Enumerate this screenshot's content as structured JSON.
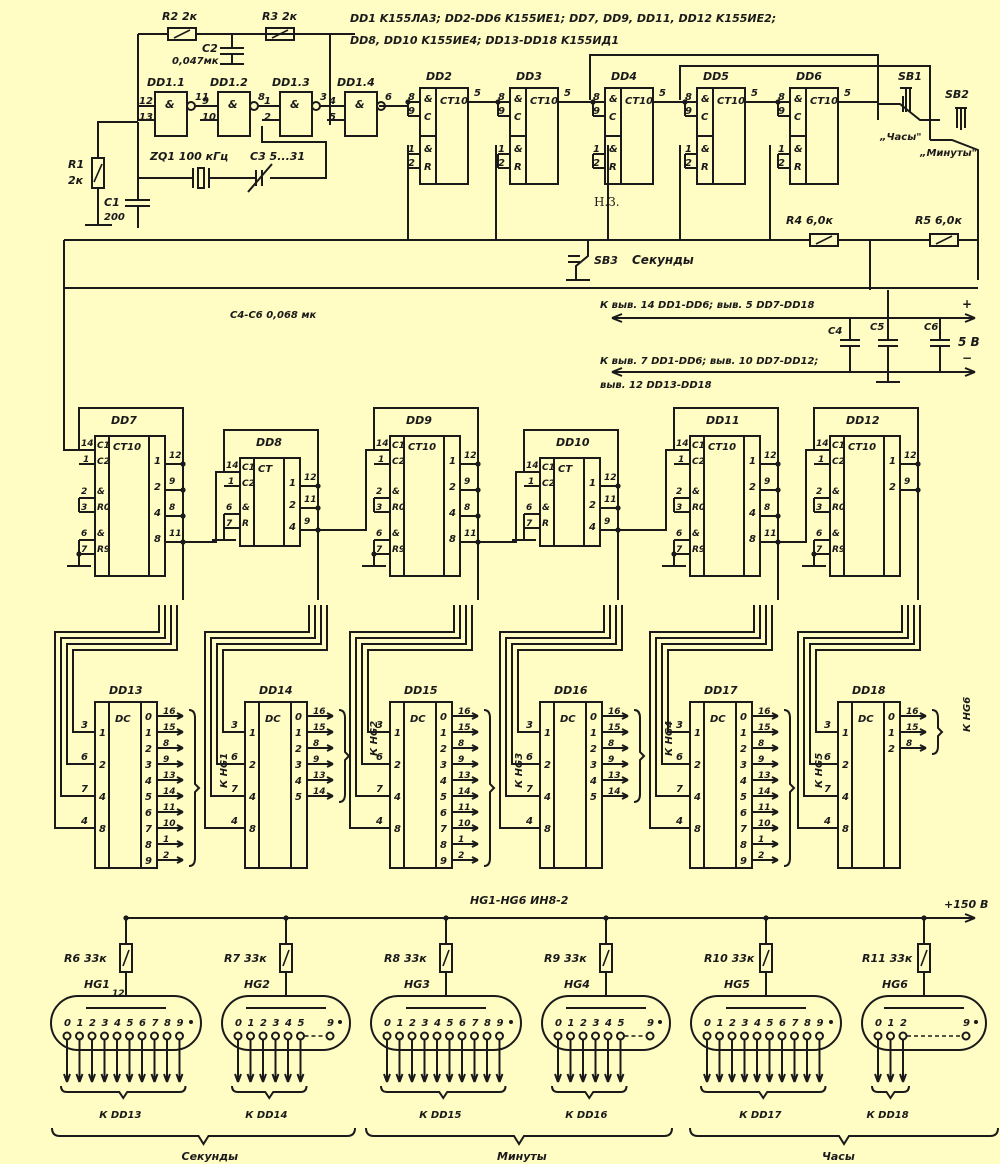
{
  "legend": {
    "line1": "DD1  K155ЛА3;  DD2-DD6  K155ИЕ1;   DD7, DD9, DD11, DD12   K155ИЕ2;",
    "line2": "DD8, DD10  K155ИЕ4;  DD13-DD18  K155ИД1"
  },
  "oscillator": {
    "r1": "R1",
    "r1_val": "2к",
    "r2": "R2  2к",
    "r3": "R3  2к",
    "c1": "C1",
    "c1_val": "200",
    "c2": "C2",
    "c2_val": "0,047мк",
    "zq1": "ZQ1  100 кГц",
    "c3": "C3    5...31",
    "gates": [
      {
        "name": "DD1.1",
        "symbol": "&",
        "pins_in": [
          "12",
          "13"
        ],
        "pin_out": "11"
      },
      {
        "name": "DD1.2",
        "symbol": "&",
        "pins_in": [
          "9",
          "10"
        ],
        "pin_out": "8"
      },
      {
        "name": "DD1.3",
        "symbol": "&",
        "pins_in": [
          "1",
          "2"
        ],
        "pin_out": "3"
      },
      {
        "name": "DD1.4",
        "symbol": "&",
        "pins_in": [
          "4",
          "5"
        ],
        "pin_out": "6"
      }
    ]
  },
  "dividers": [
    {
      "name": "DD2",
      "type": "CT10",
      "in": [
        "8",
        "9"
      ],
      "reset": [
        "1",
        "2"
      ],
      "out": "5"
    },
    {
      "name": "DD3",
      "type": "CT10",
      "in": [
        "8",
        "9"
      ],
      "reset": [
        "1",
        "2"
      ],
      "out": "5"
    },
    {
      "name": "DD4",
      "type": "CT10",
      "in": [
        "8",
        "9"
      ],
      "reset": [
        "1",
        "2"
      ],
      "out": "5"
    },
    {
      "name": "DD5",
      "type": "CT10",
      "in": [
        "8",
        "9"
      ],
      "reset": [
        "1",
        "2"
      ],
      "out": "5"
    },
    {
      "name": "DD6",
      "type": "CT10",
      "in": [
        "8",
        "9"
      ],
      "reset": [
        "1",
        "2"
      ],
      "out": "5"
    }
  ],
  "divider_pin_labels": {
    "and": "&",
    "c": "C",
    "r": "R"
  },
  "switches": {
    "sb1": "SB1",
    "sb1_label": "„Часы\"",
    "sb2": "SB2",
    "sb2_label": "„Минуты\"",
    "sb3": "SB3",
    "sb3_label": "Секунды",
    "nz": "Н.З."
  },
  "pullups": {
    "r4": "R4  6,0к",
    "r5": "R5  6,0к"
  },
  "power": {
    "c4c6": "C4-C6    0,068 мк",
    "plus_line": "К выв. 14  DD1-DD6;  выв. 5  DD7-DD18",
    "minus_line1": "К выв. 7  DD1-DD6;  выв. 10  DD7-DD12;",
    "minus_line2": "выв.  12  DD13-DD18",
    "c4": "C4",
    "c5": "C5",
    "c6": "C6",
    "plus": "+",
    "minus": "−",
    "voltage": "5 В"
  },
  "counters": [
    {
      "name": "DD7",
      "type": "CT10",
      "in": [
        "14",
        "1"
      ],
      "in_lbl": [
        "C1",
        "C2"
      ],
      "r0": [
        "2",
        "3"
      ],
      "r9": [
        "6",
        "7"
      ],
      "outs": [
        "1",
        "2",
        "4",
        "8"
      ],
      "out_pins": [
        "12",
        "9",
        "8",
        "11"
      ]
    },
    {
      "name": "DD8",
      "type": "CT",
      "in": [
        "14",
        "1"
      ],
      "in_lbl": [
        "C1",
        "C2"
      ],
      "r0": [
        "6",
        "7"
      ],
      "outs": [
        "1",
        "2",
        "4"
      ],
      "out_pins": [
        "12",
        "11",
        "9"
      ]
    },
    {
      "name": "DD9",
      "type": "CT10",
      "in": [
        "14",
        "1"
      ],
      "in_lbl": [
        "C1",
        "C2"
      ],
      "r0": [
        "2",
        "3"
      ],
      "r9": [
        "6",
        "7"
      ],
      "outs": [
        "1",
        "2",
        "4",
        "8"
      ],
      "out_pins": [
        "12",
        "9",
        "8",
        "11"
      ]
    },
    {
      "name": "DD10",
      "type": "CT",
      "in": [
        "14",
        "1"
      ],
      "in_lbl": [
        "C1",
        "C2"
      ],
      "r0": [
        "6",
        "7"
      ],
      "outs": [
        "1",
        "2",
        "4"
      ],
      "out_pins": [
        "12",
        "11",
        "9"
      ]
    },
    {
      "name": "DD11",
      "type": "CT10",
      "in": [
        "14",
        "1"
      ],
      "in_lbl": [
        "C1",
        "C2"
      ],
      "r0": [
        "2",
        "3"
      ],
      "r9": [
        "6",
        "7"
      ],
      "outs": [
        "1",
        "2",
        "4",
        "8"
      ],
      "out_pins": [
        "12",
        "9",
        "8",
        "11"
      ]
    },
    {
      "name": "DD12",
      "type": "CT10",
      "in": [
        "14",
        "1"
      ],
      "in_lbl": [
        "C1",
        "C2"
      ],
      "r0": [
        "2",
        "3"
      ],
      "r9": [
        "6",
        "7"
      ],
      "outs": [
        "1",
        "2"
      ],
      "out_pins": [
        "12",
        "9"
      ]
    }
  ],
  "counter_pin_labels": {
    "and": "&",
    "r0": "R0",
    "r9": "R9",
    "r": "R"
  },
  "decoders": [
    {
      "name": "DD13",
      "type": "DC",
      "in_pins": [
        "3",
        "6",
        "7",
        "4"
      ],
      "in_w": [
        "1",
        "2",
        "4",
        "8"
      ],
      "outs": [
        "0",
        "1",
        "2",
        "3",
        "4",
        "5",
        "6",
        "7",
        "8",
        "9"
      ],
      "out_pins": [
        "16",
        "15",
        "8",
        "9",
        "13",
        "14",
        "11",
        "10",
        "1",
        "2"
      ],
      "target": "К HG1"
    },
    {
      "name": "DD14",
      "type": "DC",
      "in_pins": [
        "3",
        "6",
        "7",
        "4"
      ],
      "in_w": [
        "1",
        "2",
        "4",
        "8"
      ],
      "outs": [
        "0",
        "1",
        "2",
        "3",
        "4",
        "5"
      ],
      "out_pins": [
        "16",
        "15",
        "8",
        "9",
        "13",
        "14"
      ],
      "target": "К HG2"
    },
    {
      "name": "DD15",
      "type": "DC",
      "in_pins": [
        "3",
        "6",
        "7",
        "4"
      ],
      "in_w": [
        "1",
        "2",
        "4",
        "8"
      ],
      "outs": [
        "0",
        "1",
        "2",
        "3",
        "4",
        "5",
        "6",
        "7",
        "8",
        "9"
      ],
      "out_pins": [
        "16",
        "15",
        "8",
        "9",
        "13",
        "14",
        "11",
        "10",
        "1",
        "2"
      ],
      "target": "К HG3"
    },
    {
      "name": "DD16",
      "type": "DC",
      "in_pins": [
        "3",
        "6",
        "7",
        "4"
      ],
      "in_w": [
        "1",
        "2",
        "4",
        "8"
      ],
      "outs": [
        "0",
        "1",
        "2",
        "3",
        "4",
        "5"
      ],
      "out_pins": [
        "16",
        "15",
        "8",
        "9",
        "13",
        "14"
      ],
      "target": "К HG4"
    },
    {
      "name": "DD17",
      "type": "DC",
      "in_pins": [
        "3",
        "6",
        "7",
        "4"
      ],
      "in_w": [
        "1",
        "2",
        "4",
        "8"
      ],
      "outs": [
        "0",
        "1",
        "2",
        "3",
        "4",
        "5",
        "6",
        "7",
        "8",
        "9"
      ],
      "out_pins": [
        "16",
        "15",
        "8",
        "9",
        "13",
        "14",
        "11",
        "10",
        "1",
        "2"
      ],
      "target": "К HG5"
    },
    {
      "name": "DD18",
      "type": "DC",
      "in_pins": [
        "3",
        "6",
        "7",
        "4"
      ],
      "in_w": [
        "1",
        "2",
        "4",
        "8"
      ],
      "outs": [
        "0",
        "1",
        "2"
      ],
      "out_pins": [
        "16",
        "15",
        "8"
      ],
      "target": "К HG6"
    }
  ],
  "display": {
    "title": "HG1-HG6    ИН8-2",
    "supply": "+150 В",
    "tubes": [
      {
        "name": "HG1",
        "res": "R6  33к",
        "digits": [
          "0",
          "1",
          "2",
          "3",
          "4",
          "5",
          "6",
          "7",
          "8",
          "9"
        ],
        "anode_pin": "12",
        "to": "К DD13"
      },
      {
        "name": "HG2",
        "res": "R7  33к",
        "digits": [
          "0",
          "1",
          "2",
          "3",
          "4",
          "5"
        ],
        "last": "9",
        "to": "К DD14"
      },
      {
        "name": "HG3",
        "res": "R8  33к",
        "digits": [
          "0",
          "1",
          "2",
          "3",
          "4",
          "5",
          "6",
          "7",
          "8",
          "9"
        ],
        "to": "К DD15"
      },
      {
        "name": "HG4",
        "res": "R9  33к",
        "digits": [
          "0",
          "1",
          "2",
          "3",
          "4",
          "5"
        ],
        "last": "9",
        "to": "К DD16"
      },
      {
        "name": "HG5",
        "res": "R10  33к",
        "digits": [
          "0",
          "1",
          "2",
          "3",
          "4",
          "5",
          "6",
          "7",
          "8",
          "9"
        ],
        "to": "К DD17"
      },
      {
        "name": "HG6",
        "res": "R11  33к",
        "digits": [
          "0",
          "1",
          "2"
        ],
        "last": "9",
        "to": "К DD18"
      }
    ],
    "groups": [
      "Секунды",
      "Минуты",
      "Часы"
    ]
  }
}
